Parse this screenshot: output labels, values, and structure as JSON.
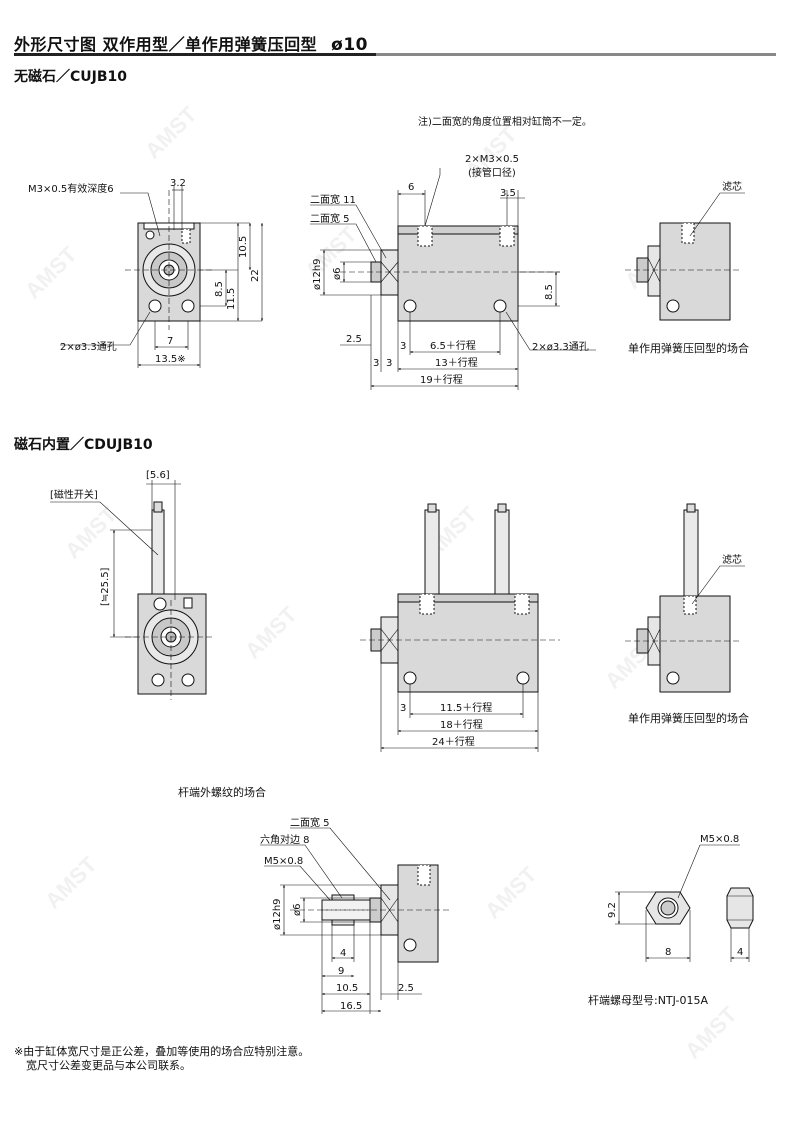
{
  "header": {
    "title": "外形尺寸图  双作用型／单作用弹簧压回型",
    "bore": "ø10"
  },
  "section1": {
    "title": "无磁石／CUJB10",
    "note": "注)二面宽的角度位置相对缸筒不一定。",
    "labels": {
      "m3_depth": "M3×0.5有效深度6",
      "d3_2": "3.2",
      "d10_5": "10.5",
      "d22": "22",
      "d8_5a": "8.5",
      "d11_5": "11.5",
      "d7": "7",
      "d13_5": "13.5※",
      "holes_a": "2×ø3.3通孔",
      "m3_port": "2×M3×0.5",
      "port_note": "(接管口径)",
      "d6": "6",
      "d3_5": "3.5",
      "wf11": "二面宽 11",
      "wf5": "二面宽 5",
      "d12h9": "ø12h9",
      "dphi6": "ø6",
      "d8_5b": "8.5",
      "d2_5": "2.5",
      "d3a": "3",
      "d3b": "3",
      "d3c": "3",
      "stroke6_5": "6.5＋行程",
      "stroke13": "13＋行程",
      "stroke19": "19＋行程",
      "holes_b": "2×ø3.3通孔",
      "filter": "滤芯",
      "single_case": "单作用弹簧压回型的场合"
    }
  },
  "section2": {
    "title": "磁石内置／CDUJB10",
    "labels": {
      "d5_6": "[5.6]",
      "switch": "[磁性开关]",
      "d25_5": "[≒25.5]",
      "d3": "3",
      "stroke11_5": "11.5＋行程",
      "stroke18": "18＋行程",
      "stroke24": "24＋行程",
      "filter": "滤芯",
      "single_case": "单作用弹簧压回型的场合"
    }
  },
  "section3": {
    "title": "杆端外螺纹的场合",
    "labels": {
      "wf5": "二面宽 5",
      "hex8": "六角对边 8",
      "m5": "M5×0.8",
      "d12h9": "ø12h9",
      "dphi6": "ø6",
      "d4": "4",
      "d9": "9",
      "d10_5": "10.5",
      "d2_5": "2.5",
      "d16_5": "16.5",
      "nut_m5": "M5×0.8",
      "nut_9_2": "9.2",
      "nut_8": "8",
      "nut_4": "4",
      "nut_model": "杆端螺母型号:NTJ-015A"
    }
  },
  "footnote": {
    "line1": "※由于缸体宽尺寸是正公差，叠加等使用的场合应特别注意。",
    "line2": "宽尺寸公差变更品与本公司联系。"
  },
  "watermark": "AMST",
  "colors": {
    "body_fill": "#d9d9d9",
    "line": "#111111",
    "accent_line": "#222222"
  }
}
